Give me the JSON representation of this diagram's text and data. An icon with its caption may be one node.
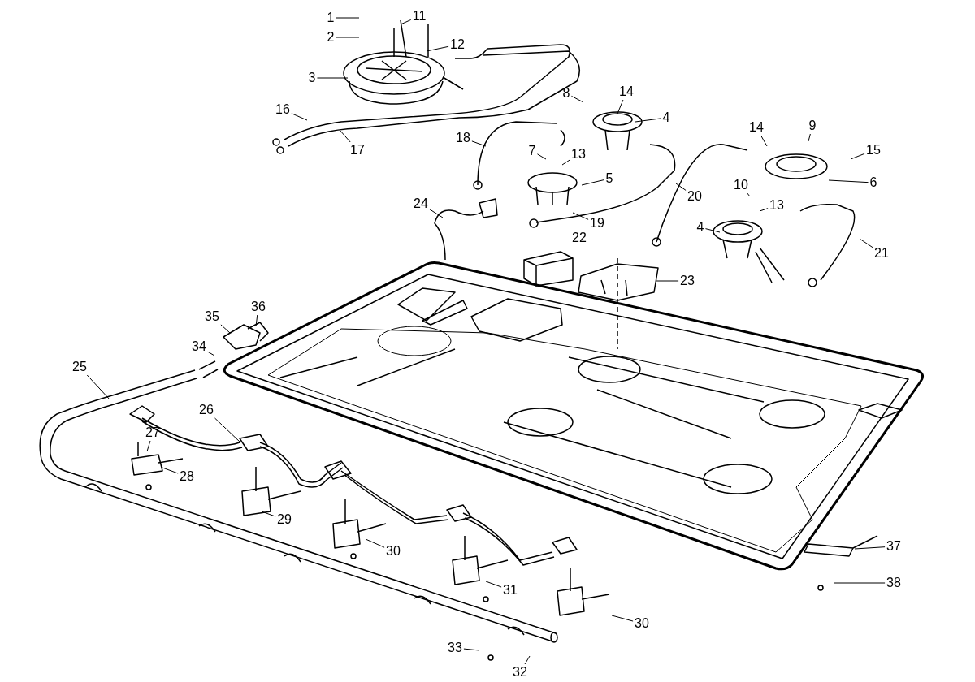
{
  "diagram": {
    "nodes": [
      {
        "text": [
          "1"
        ]
      },
      {
        "text": [
          "2"
        ]
      },
      {
        "text": [
          "3"
        ]
      },
      {
        "text": [
          "11"
        ]
      },
      {
        "text": [
          "12"
        ]
      },
      {
        "text": [
          "16"
        ]
      },
      {
        "text": [
          "17"
        ]
      },
      {
        "text": [
          "8"
        ]
      },
      {
        "text": [
          "14"
        ]
      },
      {
        "text": [
          "4"
        ]
      },
      {
        "text": [
          "18"
        ]
      },
      {
        "text": [
          "7"
        ]
      },
      {
        "text": [
          "13"
        ]
      },
      {
        "text": [
          "5"
        ]
      },
      {
        "text": [
          "14"
        ]
      },
      {
        "text": [
          "9"
        ]
      },
      {
        "text": [
          "15"
        ]
      },
      {
        "text": [
          "6"
        ]
      },
      {
        "text": [
          "20"
        ]
      },
      {
        "text": [
          "10"
        ]
      },
      {
        "text": [
          "13"
        ]
      },
      {
        "text": [
          "24"
        ]
      },
      {
        "text": [
          "19"
        ]
      },
      {
        "text": [
          "4"
        ]
      },
      {
        "text": [
          "21"
        ]
      },
      {
        "text": [
          "23"
        ]
      },
      {
        "text": [
          "36"
        ]
      },
      {
        "text": [
          "35"
        ]
      },
      {
        "text": [
          "34"
        ]
      },
      {
        "text": [
          "25"
        ]
      },
      {
        "text": [
          "26"
        ]
      },
      {
        "text": [
          "27"
        ]
      },
      {
        "text": [
          "28"
        ]
      },
      {
        "text": [
          "29"
        ]
      },
      {
        "text": [
          "30"
        ]
      },
      {
        "text": [
          "31"
        ]
      },
      {
        "text": [
          "30"
        ]
      },
      {
        "text": [
          "37"
        ]
      },
      {
        "text": [
          "38"
        ]
      },
      {
        "text": [
          "33"
        ]
      },
      {
        "text": [
          "32"
        ]
      }
    ],
    "edges": [
      {
        "from": 0,
        "to": null,
        "arrow": "none"
      },
      {
        "from": 1,
        "to": null,
        "arrow": "none"
      },
      {
        "from": 2,
        "to": null,
        "arrow": "none"
      },
      {
        "from": 3,
        "to": null,
        "arrow": "none"
      },
      {
        "from": 4,
        "to": null,
        "arrow": "none"
      },
      {
        "from": 5,
        "to": null,
        "arrow": "none"
      },
      {
        "from": 6,
        "to": null,
        "arrow": "none"
      },
      {
        "from": 7,
        "to": null,
        "arrow": "none"
      },
      {
        "from": 8,
        "to": null,
        "arrow": "none"
      },
      {
        "from": 9,
        "to": null,
        "arrow": "none"
      },
      {
        "from": 10,
        "to": null,
        "arrow": "none"
      },
      {
        "from": 11,
        "to": null,
        "arrow": "none"
      },
      {
        "from": 12,
        "to": null,
        "arrow": "none"
      },
      {
        "from": 13,
        "to": null,
        "arrow": "none"
      },
      {
        "from": 14,
        "to": null,
        "arrow": "none"
      },
      {
        "from": 15,
        "to": null,
        "arrow": "none"
      },
      {
        "from": 16,
        "to": null,
        "arrow": "none"
      },
      {
        "from": 17,
        "to": null,
        "arrow": "none"
      },
      {
        "from": 18,
        "to": null,
        "arrow": "none"
      },
      {
        "from": 19,
        "to": null,
        "arrow": "none"
      },
      {
        "from": 20,
        "to": null,
        "arrow": "none"
      },
      {
        "from": 21,
        "to": null,
        "arrow": "none"
      },
      {
        "from": 22,
        "to": null,
        "arrow": "none"
      },
      {
        "from": 23,
        "to": null,
        "arrow": "none"
      },
      {
        "from": 24,
        "to": null,
        "arrow": "none"
      },
      {
        "from": 25,
        "to": null,
        "arrow": "none"
      },
      {
        "from": 26,
        "to": null,
        "arrow": "none"
      },
      {
        "from": 27,
        "to": null,
        "arrow": "none"
      },
      {
        "from": 28,
        "to": null,
        "arrow": "none"
      },
      {
        "from": 29,
        "to": null,
        "arrow": "none"
      },
      {
        "from": 30,
        "to": null,
        "arrow": "none"
      },
      {
        "from": 31,
        "to": null,
        "arrow": "none"
      },
      {
        "from": 32,
        "to": null,
        "arrow": "none"
      },
      {
        "from": 33,
        "to": null,
        "arrow": "none"
      },
      {
        "from": 34,
        "to": null,
        "arrow": "none"
      },
      {
        "from": 35,
        "to": null,
        "arrow": "none"
      },
      {
        "from": 36,
        "to": null,
        "arrow": "none"
      },
      {
        "from": 37,
        "to": null,
        "arrow": "none"
      },
      {
        "from": 38,
        "to": null,
        "arrow": "none"
      },
      {
        "from": 39,
        "to": null,
        "arrow": "none"
      },
      {
        "from": 40,
        "to": null,
        "arrow": "none"
      }
    ],
    "labels": [
      "22"
    ]
  }
}
